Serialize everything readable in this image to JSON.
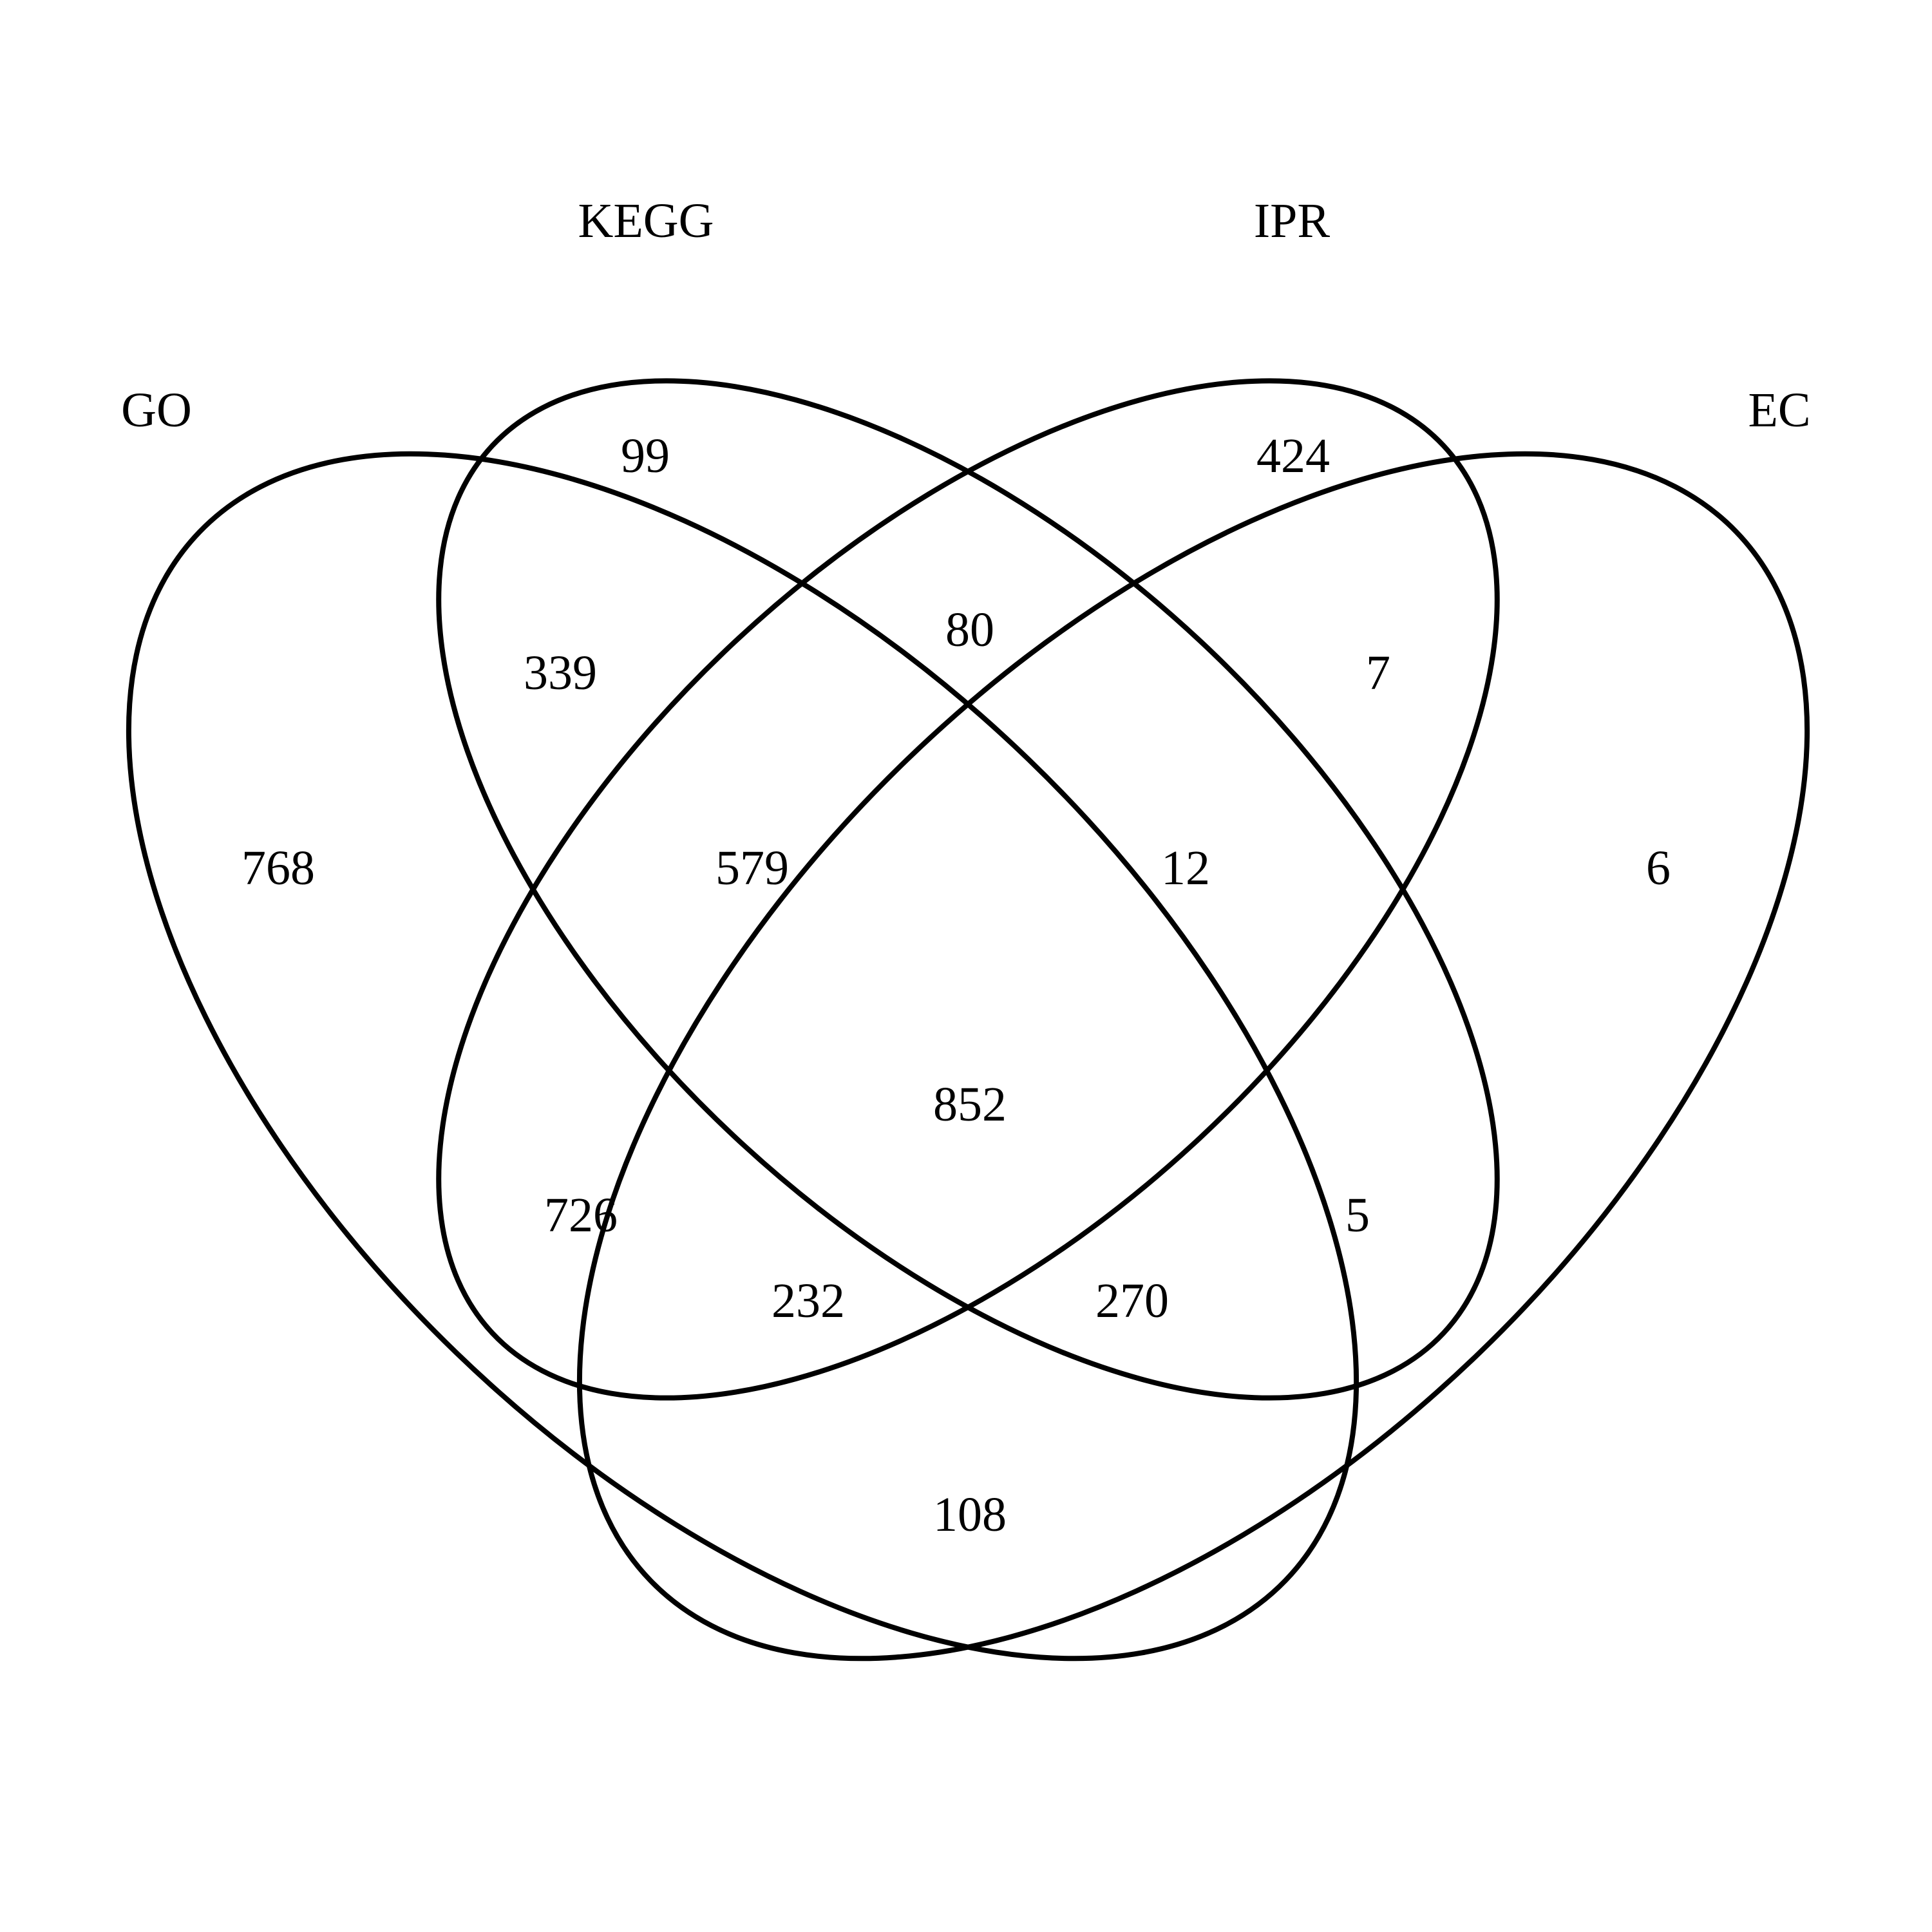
{
  "sets": [
    {
      "id": "go",
      "label": "GO"
    },
    {
      "id": "kegg",
      "label": "KEGG"
    },
    {
      "id": "ipr",
      "label": "IPR"
    },
    {
      "id": "ec",
      "label": "EC"
    }
  ],
  "regions": [
    {
      "id": "go-only",
      "sets": [
        "GO"
      ],
      "count": "768"
    },
    {
      "id": "kegg-only",
      "sets": [
        "KEGG"
      ],
      "count": "99"
    },
    {
      "id": "ipr-only",
      "sets": [
        "IPR"
      ],
      "count": "424"
    },
    {
      "id": "ec-only",
      "sets": [
        "EC"
      ],
      "count": "6"
    },
    {
      "id": "go-kegg",
      "sets": [
        "GO",
        "KEGG"
      ],
      "count": "339"
    },
    {
      "id": "kegg-ipr",
      "sets": [
        "KEGG",
        "IPR"
      ],
      "count": "80"
    },
    {
      "id": "ipr-ec",
      "sets": [
        "IPR",
        "EC"
      ],
      "count": "7"
    },
    {
      "id": "go-kegg-ipr",
      "sets": [
        "GO",
        "KEGG",
        "IPR"
      ],
      "count": "579"
    },
    {
      "id": "kegg-ipr-ec",
      "sets": [
        "KEGG",
        "IPR",
        "EC"
      ],
      "count": "12"
    },
    {
      "id": "all-four",
      "sets": [
        "GO",
        "KEGG",
        "IPR",
        "EC"
      ],
      "count": "852"
    },
    {
      "id": "go-ipr",
      "sets": [
        "GO",
        "IPR"
      ],
      "count": "726"
    },
    {
      "id": "kegg-ec",
      "sets": [
        "KEGG",
        "EC"
      ],
      "count": "5"
    },
    {
      "id": "go-ipr-ec",
      "sets": [
        "GO",
        "IPR",
        "EC"
      ],
      "count": "232"
    },
    {
      "id": "go-kegg-ec",
      "sets": [
        "GO",
        "KEGG",
        "EC"
      ],
      "count": "270"
    },
    {
      "id": "go-ec",
      "sets": [
        "GO",
        "EC"
      ],
      "count": "108"
    }
  ]
}
